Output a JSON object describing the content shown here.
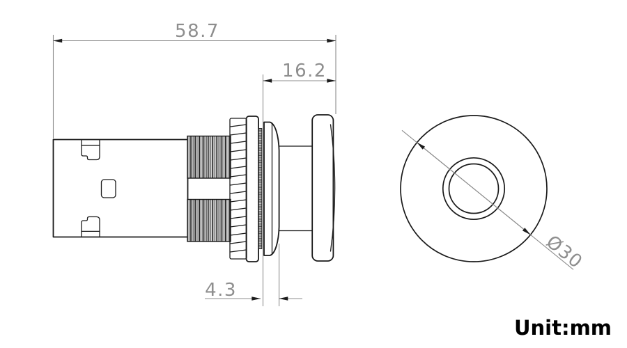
{
  "drawing": {
    "dimensions": {
      "total_length": "58.7",
      "head_length": "16.2",
      "panel_gap": "4.3",
      "head_diameter": "Ø30"
    },
    "unit_label": "Unit:mm",
    "colors": {
      "outline": "#1a1a1a",
      "dimension_line": "#8c8c8c",
      "dimension_text": "#8e8e8e",
      "arrow": "#1c1c1c",
      "background": "#ffffff",
      "unit_text": "#000000"
    }
  }
}
